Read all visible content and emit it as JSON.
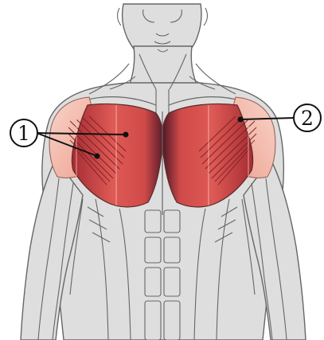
{
  "callouts": [
    {
      "id": "callout-1",
      "number": "1"
    },
    {
      "id": "callout-2",
      "number": "2"
    }
  ],
  "colors": {
    "skin": "#dedede",
    "outline": "#666666",
    "muscle_light": "#e8665d",
    "muscle_mid": "#b83a3d",
    "muscle_dark": "#4a1a27",
    "deltoid": "#f2b6a7",
    "label_line": "#111111"
  }
}
